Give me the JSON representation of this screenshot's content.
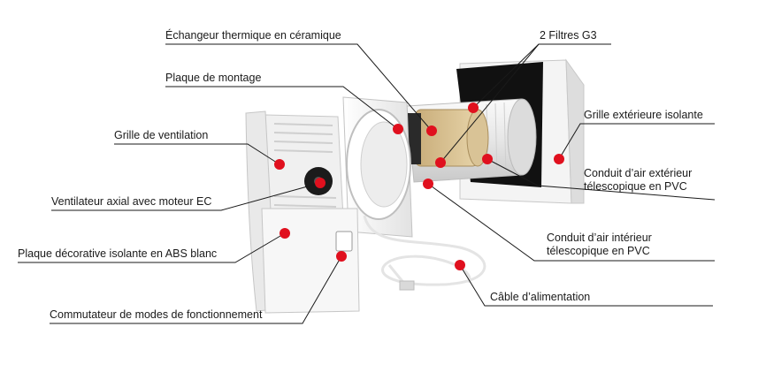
{
  "labels": {
    "echangeur": "Échangeur thermique en céramique",
    "filtres": "2 Filtres G3",
    "plaque_montage": "Plaque de montage",
    "grille_ventilation": "Grille de ventilation",
    "grille_exterieure": "Grille extérieure isolante",
    "conduit_exterieur_1": "Conduit d’air extérieur",
    "conduit_exterieur_2": "télescopique en PVC",
    "ventilateur": "Ventilateur axial avec moteur EC",
    "conduit_interieur_1": "Conduit d’air intérieur",
    "conduit_interieur_2": "télescopique en PVC",
    "plaque_decorative": "Plaque décorative isolante en ABS blanc",
    "cable": "Câble d’alimentation",
    "commutateur": "Commutateur de modes de fonctionnement"
  },
  "colors": {
    "marker": "#e0101e",
    "leader": "#1a1a1a",
    "housing": "#f2f2f2",
    "outer_plate": "#111111"
  }
}
